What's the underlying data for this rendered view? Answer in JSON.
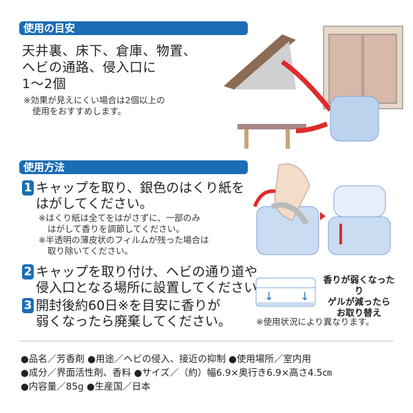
{
  "usage_guide": {
    "heading": "使用の目安",
    "locations_line1": "天井裏、床下、倉庫、物置、",
    "locations_line2": "ヘビの通路、侵入口に",
    "quantity": "1〜2個",
    "note_line1": "※効果が見えにくい場合は2個以上の",
    "note_line2": "使用をおすすめします。"
  },
  "how_to_use": {
    "heading": "使用方法",
    "steps": [
      {
        "number": "1",
        "line1": "キャップを取り、銀色のはくり紙を",
        "line2": "はがしてください。",
        "notes": [
          "※はくり紙は全てをはがさずに、一部のみ",
          "はがして香りを調節してください。",
          "※半透明の薄皮状のフィルムが残った場合は",
          "取り除いてください。"
        ]
      },
      {
        "number": "2",
        "line1": "キャップを取り付け、ヘビの通り道や",
        "line2": "侵入口となる場所に設置してください。"
      },
      {
        "number": "3",
        "line1": "開封後約60日※を目安に香りが",
        "line2": "弱くなったら廃棄してください。"
      }
    ],
    "replace_line1": "香りが弱くなったり",
    "replace_line2": "ゲルが減ったら",
    "replace_line3": "お取り替え",
    "replace_note": "※使用状況により異なります。"
  },
  "specs": {
    "line1": "●品名／芳香剤 ●用途／ヘビの侵入、接近の抑制 ●使用場所／室内用",
    "line2": "●成分／界面活性剤、香料 ●サイズ／（約）幅6.9×奥行き6.9×高さ4.5㎝",
    "line3": "●内容量／85g ●生産国／日本"
  },
  "colors": {
    "accent": "#1b6db5",
    "arrow": "#e02a2a",
    "product": "#bcd3ee"
  }
}
